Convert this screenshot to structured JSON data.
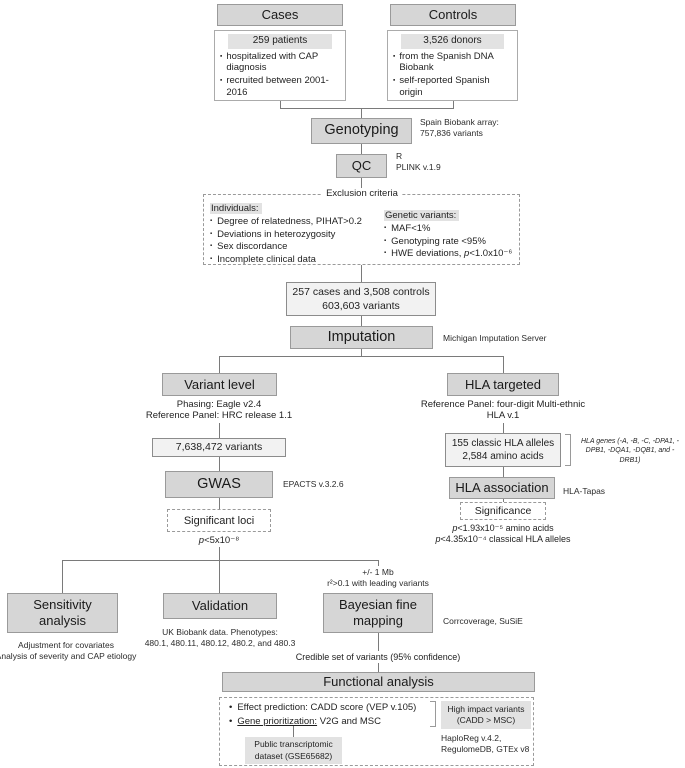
{
  "colors": {
    "box_fill": "#d6d6d6",
    "box_border": "#9a9a9a",
    "line": "#7a7a7a",
    "highlight": "#e2e2e2",
    "light_fill": "#f2f2f2"
  },
  "sym": {
    "p": "p",
    "sq": "▪",
    "dot": "•"
  },
  "cases": {
    "title": "Cases",
    "count": "259 patients",
    "bullets": [
      "hospitalized with CAP diagnosis",
      "recruited between 2001-2016"
    ]
  },
  "controls": {
    "title": "Controls",
    "count": "3,526 donors",
    "bullets": [
      "from the Spanish DNA Biobank",
      "self-reported Spanish origin"
    ]
  },
  "genotyping": {
    "label": "Genotyping",
    "note1": "Spain Biobank array:",
    "note2": "757,836 variants"
  },
  "qc": {
    "label": "QC",
    "note1": "R",
    "note2": "PLINK v.1.9"
  },
  "exclusion": {
    "title": "Exclusion criteria",
    "individuals_title": "Individuals:",
    "individuals": [
      "Degree of relatedness, PIHAT>0.2",
      "Deviations in heterozygosity",
      "Sex discordance",
      "Incomplete clinical data"
    ],
    "variants_title": "Genetic variants:",
    "variants": [
      "MAF<1%",
      "Genotyping rate <95%"
    ],
    "hwe_prefix": "HWE deviations, ",
    "hwe_value": "<1.0x10⁻⁶"
  },
  "counts": {
    "line1": "257 cases and 3,508 controls",
    "line2": "603,603 variants"
  },
  "imputation": {
    "label": "Imputation",
    "note": "Michigan Imputation Server"
  },
  "variant_level": {
    "label": "Variant level",
    "sub1": "Phasing: Eagle v2.4",
    "sub2": "Reference Panel: HRC release 1.1",
    "count": "7,638,472 variants"
  },
  "gwas": {
    "label": "GWAS",
    "note": "EPACTS v.3.2.6",
    "loci": "Significant loci",
    "threshold_value": "<5x10⁻⁸"
  },
  "hla": {
    "label": "HLA targeted",
    "sub1": "Reference Panel: four-digit Multi-ethnic",
    "sub2": "HLA v.1",
    "count1": "155 classic HLA alleles",
    "count2": "2,584 amino acids",
    "genes_note": "HLA genes (-A, -B, -C, -DPA1, -DPB1, -DQA1, -DQB1, and -DRB1)",
    "assoc_label": "HLA association",
    "assoc_note": "HLA-Tapas",
    "significance": "Significance",
    "thr1_value": "<1.93x10⁻⁵ amino acids",
    "thr2_value": "<4.35x10⁻⁴ classical HLA alleles"
  },
  "branch": {
    "note1": "+/- 1 Mb",
    "note2": "r²>0.1 with leading variants"
  },
  "sensitivity": {
    "label": "Sensitivity analysis",
    "note1": "Adjustment for covariates",
    "note2": "Analysis of severity and CAP etiology"
  },
  "validation": {
    "label": "Validation",
    "note1": "UK Biobank data. Phenotypes:",
    "note2": "480.1, 480.11, 480.12, 480.2, and 480.3"
  },
  "bayesian": {
    "label": "Bayesian fine mapping",
    "note": "Corrcoverage, SuSiE",
    "credible": "Credible set of variants (95% confidence)"
  },
  "functional": {
    "label": "Functional analysis",
    "bullet1": "Effect prediction: CADD score (VEP v.105)",
    "bullet2_underlined": "Gene prioritization:",
    "bullet2_rest": " V2G and MSC",
    "high_impact1": "High impact variants",
    "high_impact2": "(CADD > MSC)",
    "tools1": "HaploReg v.4.2,",
    "tools2": "RegulomeDB, GTEx v8",
    "transcriptomic1": "Public transcriptomic",
    "transcriptomic2": "dataset (GSE65682)"
  }
}
